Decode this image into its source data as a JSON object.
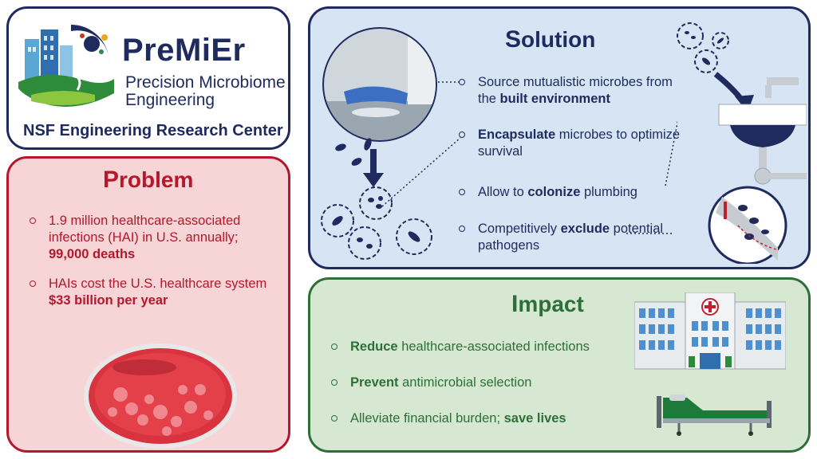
{
  "logo": {
    "name": "PreMiEr",
    "subtitle_1": "Precision Microbiome",
    "subtitle_2": "Engineering",
    "center": "NSF Engineering Research Center"
  },
  "problem": {
    "title_initial": "P",
    "title_rest": "roblem",
    "items": [
      {
        "pre": "1.9 million healthcare-associated infections (HAI) in U.S. annually; ",
        "bold": "99,000 deaths",
        "post": ""
      },
      {
        "pre": "HAIs cost the U.S. healthcare system ",
        "bold": "$33 billion per year",
        "post": ""
      }
    ]
  },
  "solution": {
    "title_initial": "S",
    "title_rest": "olution",
    "items": [
      {
        "pre": "Source mutualistic microbes from the ",
        "bold": "built environment",
        "post": ""
      },
      {
        "pre": "",
        "bold": "Encapsulate",
        "post": " microbes to optimize survival"
      },
      {
        "pre": "Allow to ",
        "bold": "colonize",
        "post": " plumbing"
      },
      {
        "pre": "Competitively ",
        "bold": "exclude",
        "post": " potential pathogens"
      }
    ]
  },
  "impact": {
    "title_initial": "I",
    "title_rest": "mpact",
    "items": [
      {
        "pre": "",
        "bold": "Reduce",
        "post": " healthcare-associated infections"
      },
      {
        "pre": "",
        "bold": "Prevent",
        "post": " antimicrobial selection"
      },
      {
        "pre": "Alleviate financial burden; ",
        "bold": "save lives",
        "post": ""
      }
    ]
  },
  "colors": {
    "navy": "#1f2a5e",
    "red": "#b3182c",
    "green": "#2e6f38"
  }
}
